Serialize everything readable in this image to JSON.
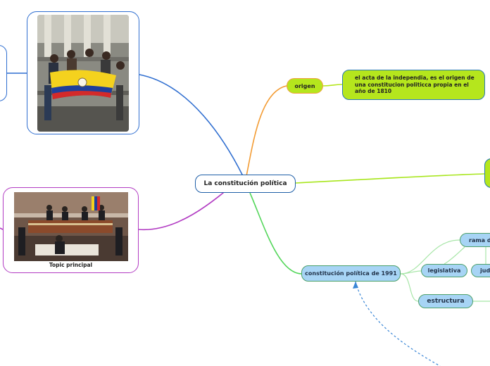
{
  "mindmap": {
    "central": "La constitución política",
    "origen": {
      "label": "origen",
      "detail": "el acta de la independia, es el origen de una constitucion politicca propia en el año de 1810"
    },
    "c1991": {
      "label": "constitución política de 1991",
      "children": {
        "rama": "rama de",
        "legislativa": "legislativa",
        "judicial": "judi",
        "estructura": "estructura"
      }
    },
    "topic_caption": "Topic principal"
  },
  "colors": {
    "central_border": "#1f5fa8",
    "green_node": "#b5e61d",
    "blue_node": "#a7d4f5",
    "link_orange": "#f39c34",
    "link_lime": "#a8e61d",
    "link_green": "#53d65a",
    "link_purple": "#b23cc3",
    "link_blue": "#2f6ed0",
    "link_dashed": "#3a86d6"
  },
  "images": {
    "top": "photo of people holding the Colombian flag on building steps",
    "bottom": "photo of an assembly hall with officials signing a document"
  }
}
